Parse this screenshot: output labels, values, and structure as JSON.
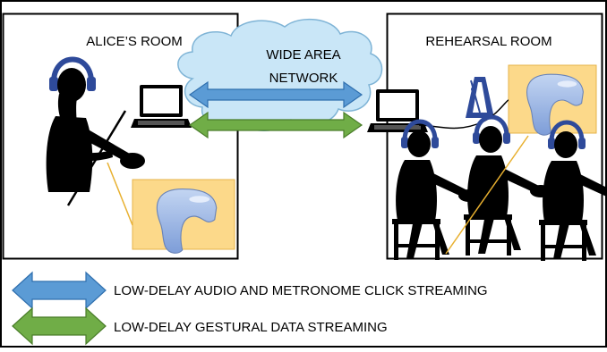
{
  "rooms": {
    "left": {
      "title": "ALICE’S ROOM"
    },
    "right": {
      "title": "REHEARSAL ROOM"
    }
  },
  "network": {
    "line1": "WIDE AREA",
    "line2": "NETWORK"
  },
  "legend": {
    "audio_label": "LOW-DELAY AUDIO AND METRONOME CLICK STREAMING",
    "gesture_label": "LOW-DELAY GESTURAL DATA STREAMING"
  },
  "colors": {
    "audio_arrow": "#5b9bd5",
    "gesture_arrow": "#70ad47",
    "cloud": "#c9e6f7",
    "sensor_background": "#fcd98a",
    "headphones": "#2e4a9a"
  },
  "icons": [
    "violinist-icon",
    "laptop-icon",
    "metronome-icon",
    "ring-sensor-icon",
    "headphones-icon",
    "cloud-icon"
  ]
}
